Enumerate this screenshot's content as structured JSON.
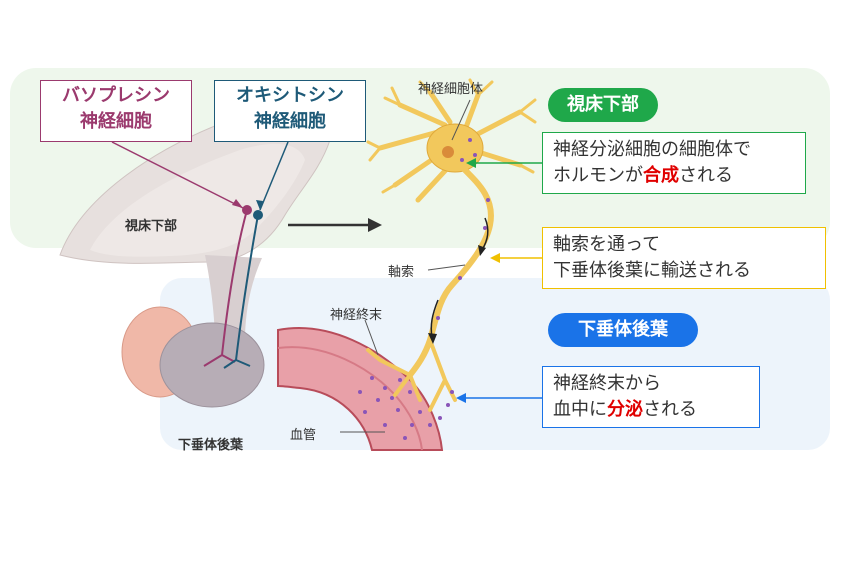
{
  "boxes": {
    "vasopressin_line1": "バソプレシン",
    "vasopressin_line2": "神経細胞",
    "oxytocin_line1": "オキシトシン",
    "oxytocin_line2": "神経細胞"
  },
  "anatomy": {
    "hypothalamus": "視床下部",
    "posterior_pituitary": "下垂体後葉"
  },
  "neuron": {
    "cell_body": "神経細胞体",
    "axon": "軸索",
    "nerve_terminal": "神経終末",
    "blood_vessel": "血管"
  },
  "sections": {
    "hypothalamus_pill": "視床下部",
    "posterior_pill": "下垂体後葉"
  },
  "info": {
    "synthesis_line1": "神経分泌細胞の細胞体で",
    "synthesis_line2_pre": "ホルモンが",
    "synthesis_line2_hl": "合成",
    "synthesis_line2_post": "される",
    "transport_line1": "軸索を通って",
    "transport_line2": "下垂体後葉に輸送される",
    "secretion_line1": "神経終末から",
    "secretion_line2_pre": "血中に",
    "secretion_line2_hl": "分泌",
    "secretion_line2_post": "される"
  },
  "colors": {
    "vasopressin": "#9b3a6e",
    "oxytocin": "#1e5a78",
    "green": "#1fa84a",
    "yellow": "#f0c000",
    "blue": "#1a73e8",
    "neuron": "#f2c85c"
  }
}
